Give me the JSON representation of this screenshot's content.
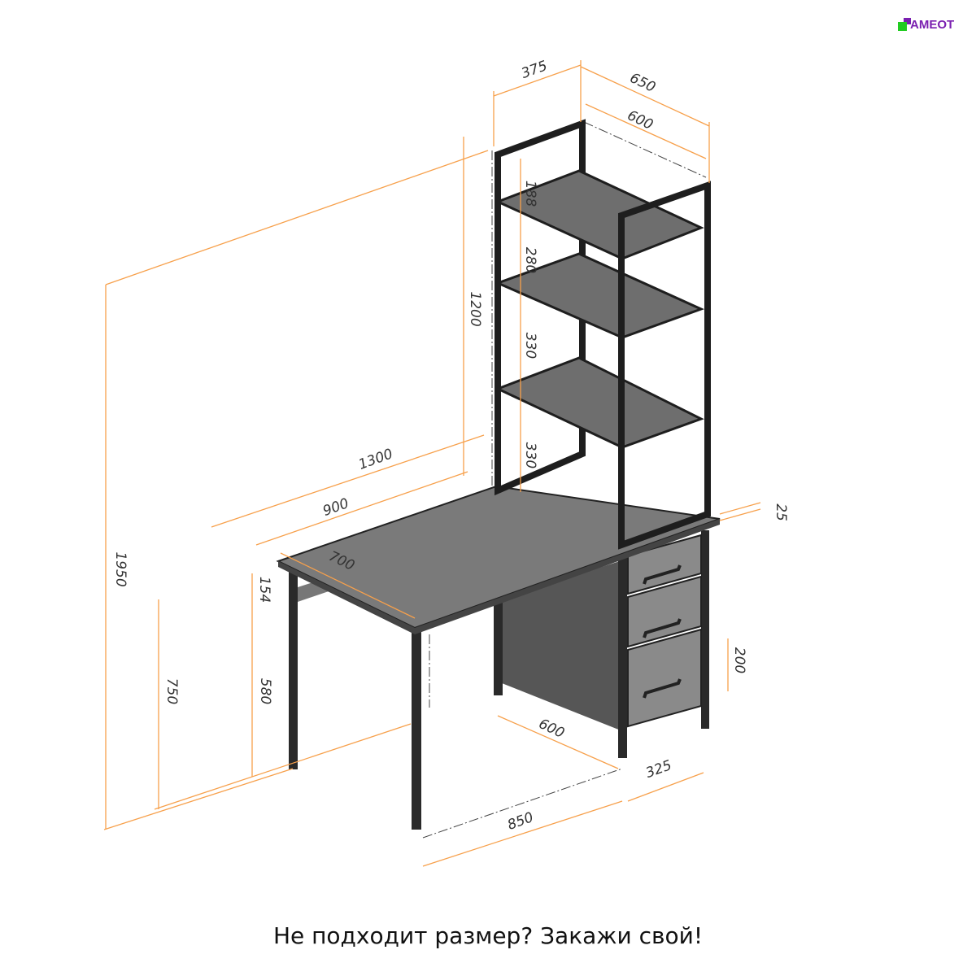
{
  "logo": {
    "text": "AMEOT",
    "colors": {
      "green": "#22cc22",
      "purple": "#7a1fb0"
    }
  },
  "caption": "Не подходит размер? Закажи свой!",
  "dimension_color": "#f7a04b",
  "dimensions": {
    "rack_depth": "375",
    "rack_width_outer": "650",
    "rack_width_inner": "600",
    "total_height": "1950",
    "rack_height": "1200",
    "shelf_gap_1": "188",
    "shelf_gap_2": "280",
    "shelf_gap_3": "330",
    "shelf_gap_4": "330",
    "desk_length": "1300",
    "desk_open_length": "900",
    "desk_depth": "700",
    "top_thickness": "25",
    "frame_height": "154",
    "leg_clearance": "580",
    "desk_height": "750",
    "drawer_height": "200",
    "cabinet_depth": "600",
    "cabinet_width": "325",
    "leg_span": "850"
  }
}
